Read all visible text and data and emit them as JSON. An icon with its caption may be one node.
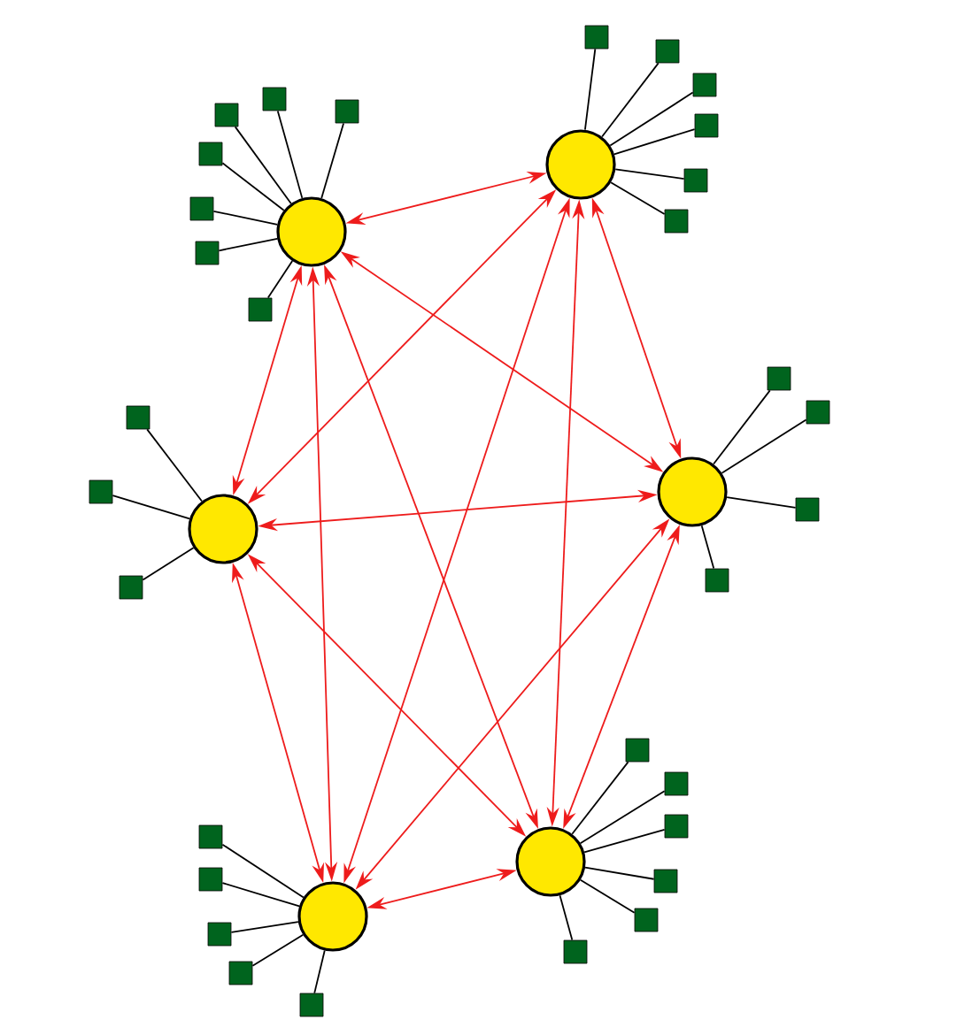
{
  "diagram": {
    "nodes": [
      {
        "text": [],
        "shape": "circle"
      },
      {
        "text": [],
        "shape": "circle"
      },
      {
        "text": [],
        "shape": "circle"
      },
      {
        "text": [],
        "shape": "circle"
      },
      {
        "text": [],
        "shape": "circle"
      },
      {
        "text": [],
        "shape": "circle"
      },
      {
        "text": [],
        "shape": "box"
      },
      {
        "text": [],
        "shape": "box"
      },
      {
        "text": [],
        "shape": "box"
      },
      {
        "text": [],
        "shape": "box"
      },
      {
        "text": [],
        "shape": "box"
      },
      {
        "text": [],
        "shape": "box"
      },
      {
        "text": [],
        "shape": "box"
      },
      {
        "text": [],
        "shape": "box"
      },
      {
        "text": [],
        "shape": "box"
      },
      {
        "text": [],
        "shape": "box"
      },
      {
        "text": [],
        "shape": "box"
      },
      {
        "text": [],
        "shape": "box"
      },
      {
        "text": [],
        "shape": "box"
      },
      {
        "text": [],
        "shape": "box"
      },
      {
        "text": [],
        "shape": "box"
      },
      {
        "text": [],
        "shape": "box"
      },
      {
        "text": [],
        "shape": "box"
      },
      {
        "text": [],
        "shape": "box"
      },
      {
        "text": [],
        "shape": "box"
      },
      {
        "text": [],
        "shape": "box"
      },
      {
        "text": [],
        "shape": "box"
      },
      {
        "text": [],
        "shape": "box"
      },
      {
        "text": [],
        "shape": "box"
      },
      {
        "text": [],
        "shape": "box"
      },
      {
        "text": [],
        "shape": "box"
      },
      {
        "text": [],
        "shape": "box"
      },
      {
        "text": [],
        "shape": "box"
      },
      {
        "text": [],
        "shape": "box"
      },
      {
        "text": [],
        "shape": "box"
      },
      {
        "text": [],
        "shape": "box"
      },
      {
        "text": [],
        "shape": "box"
      }
    ],
    "edges": [
      {
        "from": 0,
        "to": 1,
        "arrow": "both",
        "color": "#ee1c1c"
      },
      {
        "from": 0,
        "to": 2,
        "arrow": "both",
        "color": "#ee1c1c"
      },
      {
        "from": 0,
        "to": 3,
        "arrow": "both",
        "color": "#ee1c1c"
      },
      {
        "from": 0,
        "to": 4,
        "arrow": "both",
        "color": "#ee1c1c"
      },
      {
        "from": 0,
        "to": 5,
        "arrow": "both",
        "color": "#ee1c1c"
      },
      {
        "from": 1,
        "to": 2,
        "arrow": "both",
        "color": "#ee1c1c"
      },
      {
        "from": 1,
        "to": 3,
        "arrow": "both",
        "color": "#ee1c1c"
      },
      {
        "from": 1,
        "to": 4,
        "arrow": "both",
        "color": "#ee1c1c"
      },
      {
        "from": 1,
        "to": 5,
        "arrow": "both",
        "color": "#ee1c1c"
      },
      {
        "from": 2,
        "to": 3,
        "arrow": "both",
        "color": "#ee1c1c"
      },
      {
        "from": 2,
        "to": 4,
        "arrow": "both",
        "color": "#ee1c1c"
      },
      {
        "from": 2,
        "to": 5,
        "arrow": "both",
        "color": "#ee1c1c"
      },
      {
        "from": 3,
        "to": 4,
        "arrow": "both",
        "color": "#ee1c1c"
      },
      {
        "from": 3,
        "to": 5,
        "arrow": "both",
        "color": "#ee1c1c"
      },
      {
        "from": 4,
        "to": 5,
        "arrow": "both",
        "color": "#ee1c1c"
      },
      {
        "from": 0,
        "to": 6,
        "arrow": "none"
      },
      {
        "from": 0,
        "to": 7,
        "arrow": "none"
      },
      {
        "from": 0,
        "to": 8,
        "arrow": "none"
      },
      {
        "from": 1,
        "to": 9,
        "arrow": "none"
      },
      {
        "from": 1,
        "to": 10,
        "arrow": "none"
      },
      {
        "from": 1,
        "to": 11,
        "arrow": "none"
      },
      {
        "from": 0,
        "to": 12,
        "arrow": "none"
      },
      {
        "from": 1,
        "to": 13,
        "arrow": "none"
      },
      {
        "from": 0,
        "to": 14,
        "arrow": "none"
      },
      {
        "from": 1,
        "to": 15,
        "arrow": "none"
      },
      {
        "from": 0,
        "to": 16,
        "arrow": "none"
      },
      {
        "from": 1,
        "to": 17,
        "arrow": "none"
      },
      {
        "from": 1,
        "to": 18,
        "arrow": "none"
      },
      {
        "from": 2,
        "to": 19,
        "arrow": "none"
      },
      {
        "from": 2,
        "to": 20,
        "arrow": "none"
      },
      {
        "from": 3,
        "to": 21,
        "arrow": "none"
      },
      {
        "from": 3,
        "to": 22,
        "arrow": "none"
      },
      {
        "from": 2,
        "to": 23,
        "arrow": "none"
      },
      {
        "from": 2,
        "to": 24,
        "arrow": "none"
      },
      {
        "from": 3,
        "to": 25,
        "arrow": "none"
      },
      {
        "from": 4,
        "to": 26,
        "arrow": "none"
      },
      {
        "from": 4,
        "to": 27,
        "arrow": "none"
      },
      {
        "from": 4,
        "to": 28,
        "arrow": "none"
      },
      {
        "from": 5,
        "to": 29,
        "arrow": "none"
      },
      {
        "from": 5,
        "to": 30,
        "arrow": "none"
      },
      {
        "from": 4,
        "to": 31,
        "arrow": "none"
      },
      {
        "from": 4,
        "to": 32,
        "arrow": "none"
      },
      {
        "from": 5,
        "to": 33,
        "arrow": "none"
      },
      {
        "from": 4,
        "to": 34,
        "arrow": "none"
      },
      {
        "from": 5,
        "to": 35,
        "arrow": "none"
      },
      {
        "from": 5,
        "to": 36,
        "arrow": "none"
      }
    ]
  }
}
